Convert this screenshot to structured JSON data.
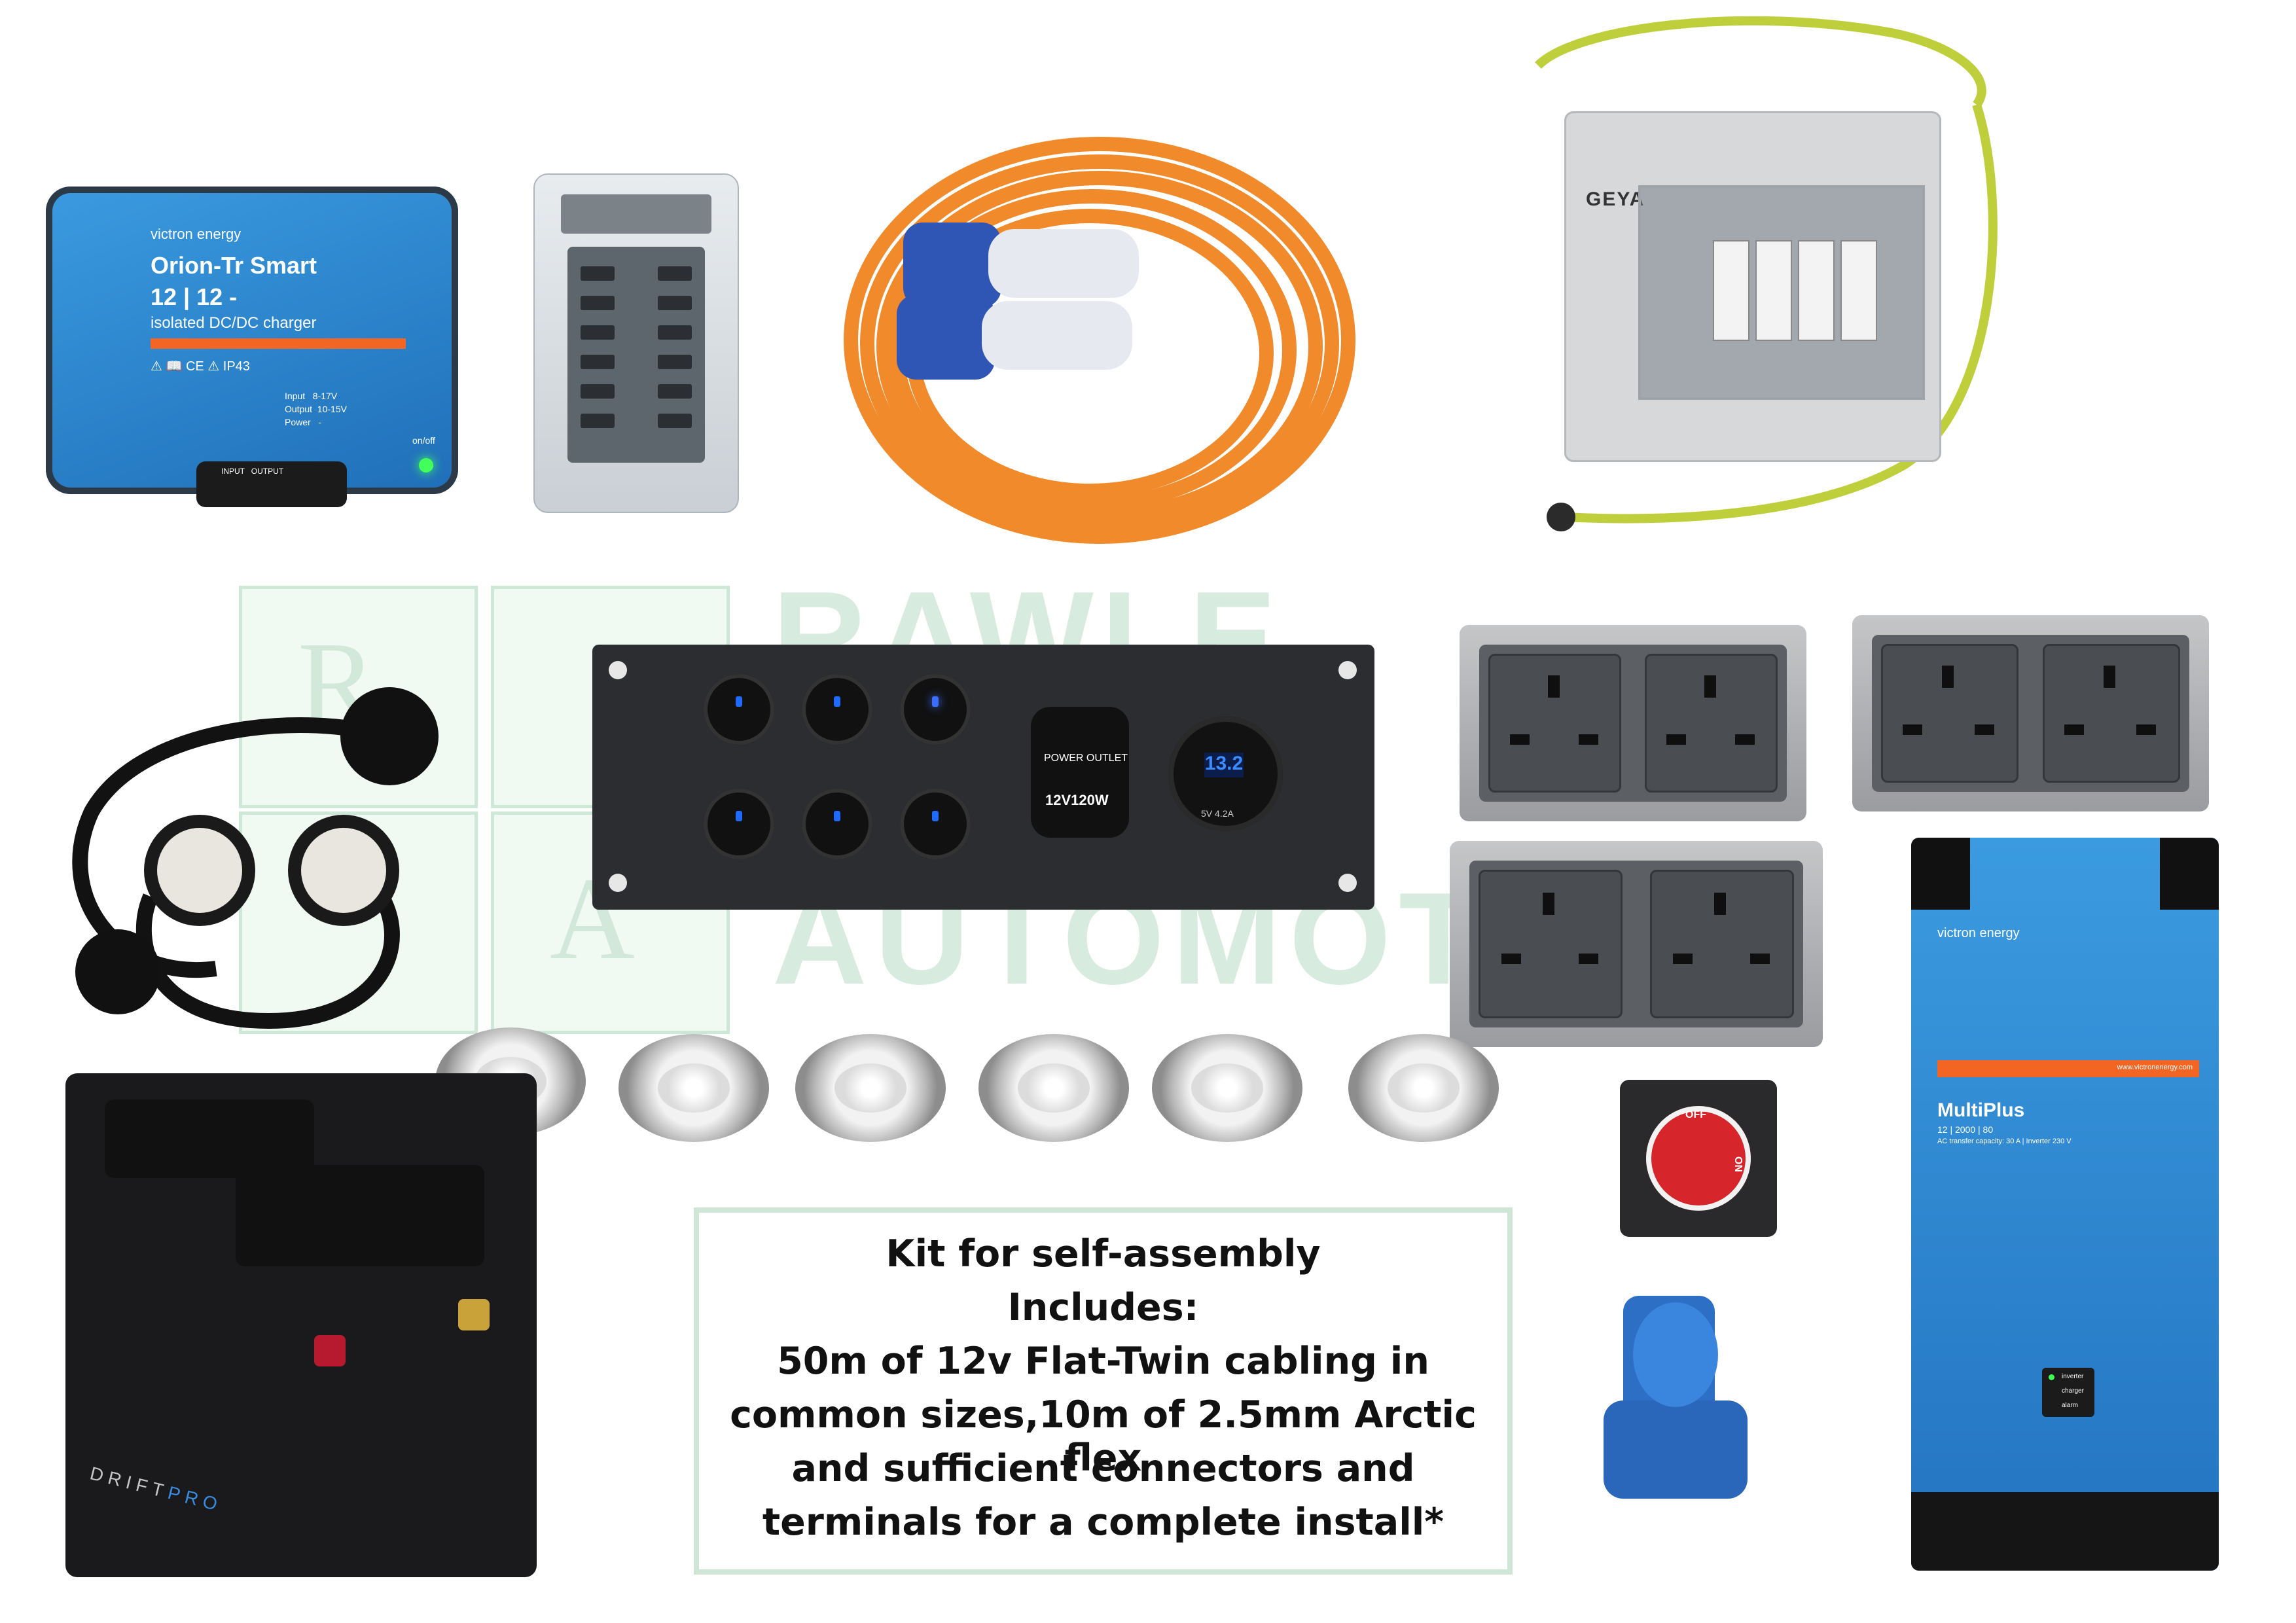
{
  "orion": {
    "brand": "victron energy",
    "title_line1": "Orion-Tr Smart",
    "title_line2": "12 | 12 -",
    "subtitle": "isolated DC/DC charger",
    "marks": "⚠ 📖 CE ⚠ IP43",
    "spec": "Input   8-17V\nOutput  10-15V\nPower   -",
    "terminal_labels": "INPUT   OUTPUT",
    "onoff": "on/off"
  },
  "consumer_unit": {
    "logo": "GEYA"
  },
  "watermark": {
    "letter_top": "R",
    "letter_bottom": "A",
    "word_top": "RAWLE",
    "word_bottom": "AUTOMOTIVE"
  },
  "switch_panel": {
    "socket_top_label": "POWER OUTLET",
    "socket_rating": "12V120W",
    "usb_display": "13.2",
    "usb_rating": "5V  4.2A"
  },
  "battery": {
    "brand_a": "DRIFT",
    "brand_b": "PRO"
  },
  "kit_text": {
    "lines": [
      "Kit for self-assembly",
      "Includes:",
      "50m of 12v Flat-Twin cabling in",
      "common sizes,10m of 2.5mm Arctic flex",
      "and sufficient connectors and",
      "terminals for a complete install*"
    ]
  },
  "isolator": {
    "off_label": "OFF",
    "on_label": "ON"
  },
  "multiplus": {
    "brand": "victron energy",
    "name": "MultiPlus",
    "model": "12 | 2000 | 80",
    "sub": "AC transfer capacity: 30 A  |  Inverter 230 V",
    "website": "www.victronenergy.com",
    "led_labels": [
      "inverter",
      "charger",
      "alarm"
    ]
  },
  "colors": {
    "victron_blue": "#2b86d2",
    "victron_orange": "#f26522",
    "cable_orange": "#f08a2a",
    "connector_blue": "#2f56b5",
    "watermark_green": "#cde8d6"
  }
}
